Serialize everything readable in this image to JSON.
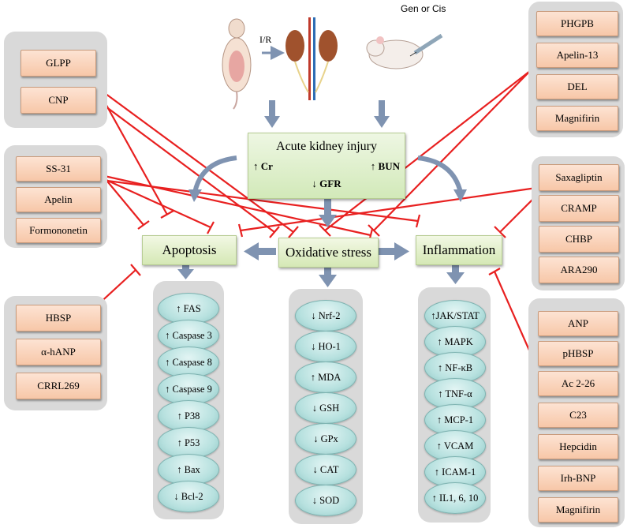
{
  "top": {
    "ir_label": "I/R",
    "gen_label": "Gen or Cis"
  },
  "aki": {
    "title": "Acute kidney injury",
    "cr": "↑ Cr",
    "bun": "↑ BUN",
    "gfr": "↓ GFR"
  },
  "pathways": {
    "apoptosis": "Apoptosis",
    "oxidative": "Oxidative stress",
    "inflammation": "Inflammation"
  },
  "left_panels": [
    [
      "GLPP",
      "CNP"
    ],
    [
      "SS-31",
      "Apelin",
      "Formononetin"
    ],
    [
      "HBSP",
      "α-hANP",
      "CRRL269"
    ]
  ],
  "right_panels": [
    [
      "PHGPB",
      "Apelin-13",
      "DEL",
      "Magnifirin"
    ],
    [
      "Saxagliptin",
      "CRAMP",
      "CHBP",
      "ARA290"
    ],
    [
      "ANP",
      "pHBSP",
      "Ac 2-26",
      "C23",
      "Hepcidin",
      "Irh-BNP",
      "Magnifirin"
    ]
  ],
  "apoptosis_markers": [
    "↑ FAS",
    "↑ Caspase 3",
    "↑ Caspase 8",
    "↑ Caspase  9",
    "↑ P38",
    "↑ P53",
    "↑ Bax",
    "↓ Bcl-2"
  ],
  "oxidative_markers": [
    "↓ Nrf-2",
    "↓ HO-1",
    "↑ MDA",
    "↓ GSH",
    "↓ GPx",
    "↓ CAT",
    "↓ SOD"
  ],
  "inflammation_markers": [
    "↑JAK/STAT",
    "↑ MAPK",
    "↑ NF-κB",
    "↑ TNF-α",
    "↑ MCP-1",
    "↑ VCAM",
    "↑ ICAM-1",
    "↑ IL1, 6, 10"
  ]
}
